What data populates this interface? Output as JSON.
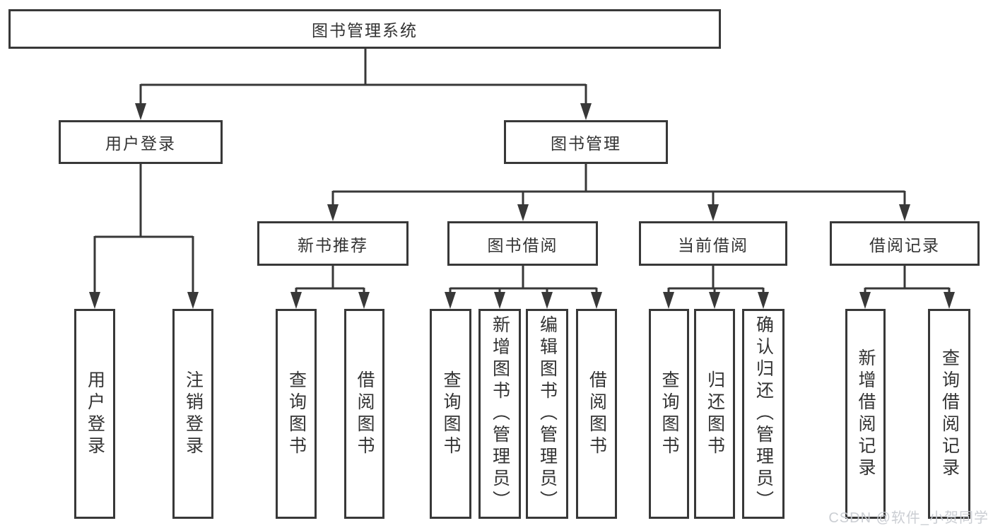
{
  "diagram": {
    "root": {
      "label": "图书管理系统"
    },
    "branches": [
      {
        "label": "用户登录",
        "children": [
          {
            "label": "用户登录"
          },
          {
            "label": "注销登录"
          }
        ]
      },
      {
        "label": "图书管理",
        "children": [
          {
            "label": "新书推荐",
            "children": [
              {
                "label": "查询图书"
              },
              {
                "label": "借阅图书"
              }
            ]
          },
          {
            "label": "图书借阅",
            "children": [
              {
                "label": "查询图书"
              },
              {
                "label": "新增图书（管理员）"
              },
              {
                "label": "编辑图书（管理员）"
              },
              {
                "label": "借阅图书"
              }
            ]
          },
          {
            "label": "当前借阅",
            "children": [
              {
                "label": "查询图书"
              },
              {
                "label": "归还图书"
              },
              {
                "label": "确认归还（管理员）"
              }
            ]
          },
          {
            "label": "借阅记录",
            "children": [
              {
                "label": "新增借阅记录"
              },
              {
                "label": "查询借阅记录"
              }
            ]
          }
        ]
      }
    ]
  },
  "watermark": "CSDN @软件_小贺同学",
  "colors": {
    "line": "#383838",
    "text": "#333333",
    "background": "#ffffff",
    "watermark": "#c8cbd1"
  }
}
